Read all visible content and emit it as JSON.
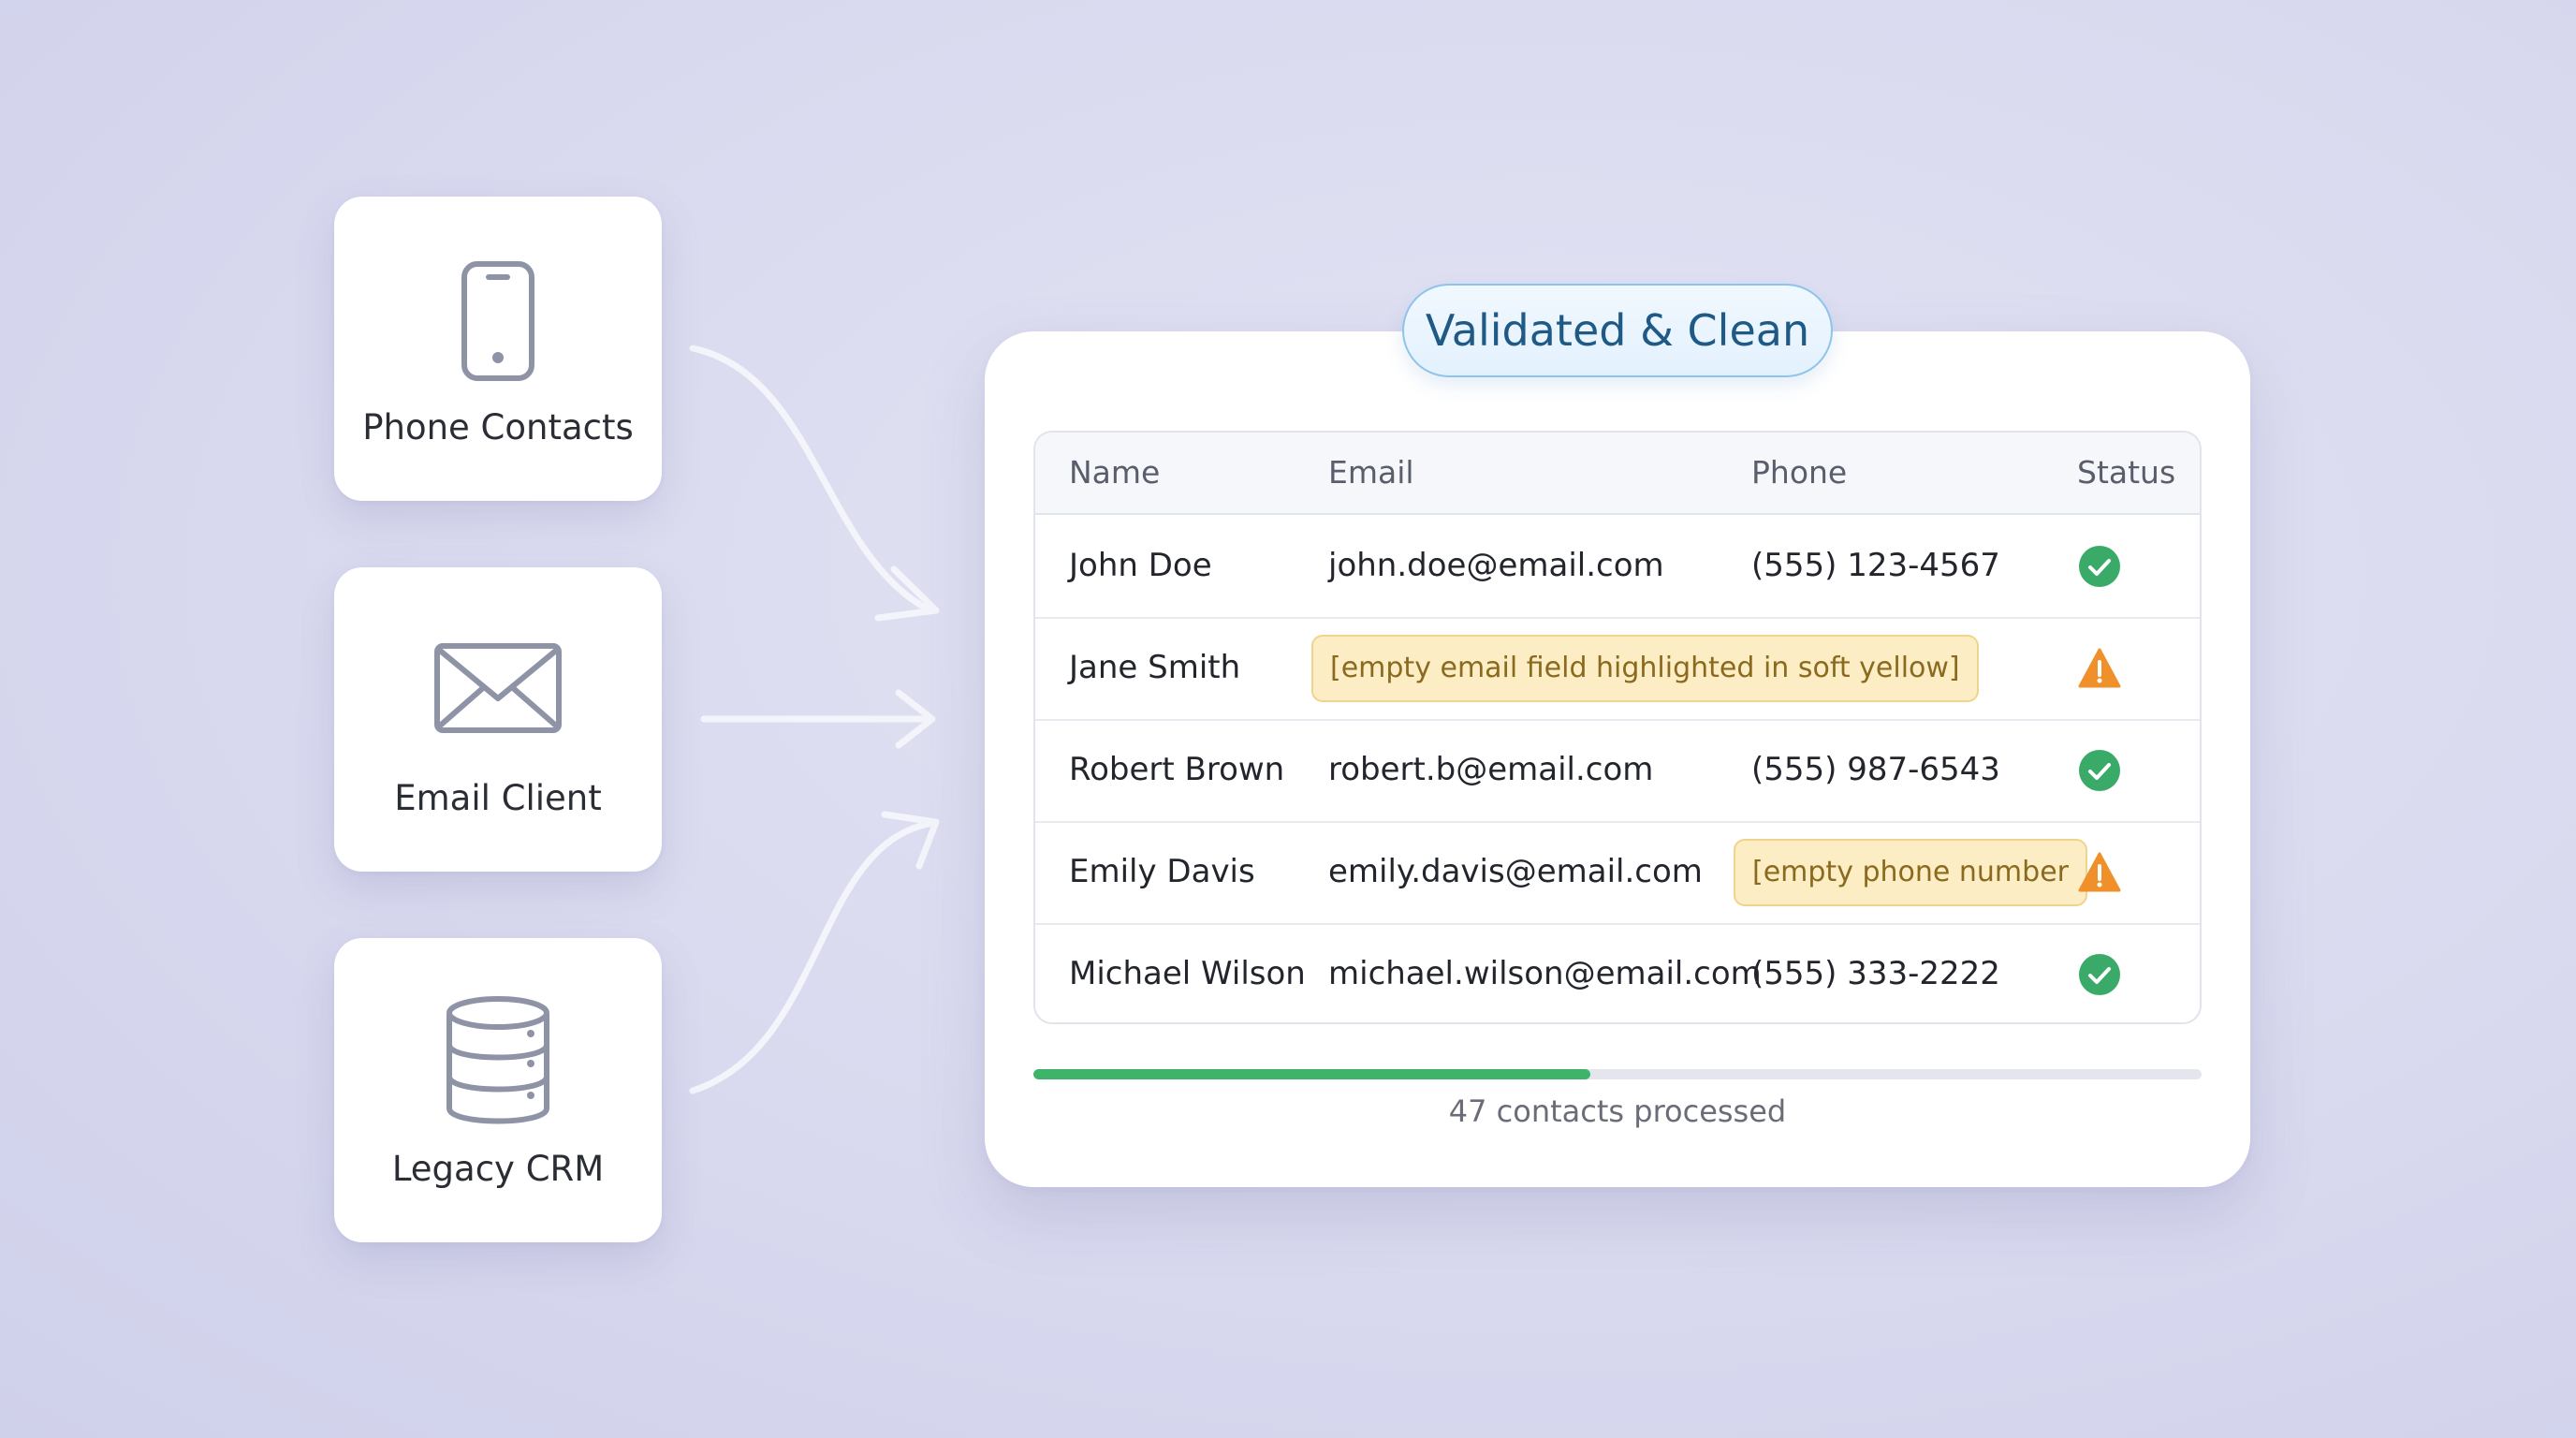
{
  "sources": [
    {
      "label": "Phone Contacts",
      "icon": "smartphone-icon"
    },
    {
      "label": "Email Client",
      "icon": "envelope-icon"
    },
    {
      "label": "Legacy CRM",
      "icon": "database-icon"
    }
  ],
  "panel": {
    "badge": "Validated & Clean",
    "columns": [
      "Name",
      "Email",
      "Phone",
      "Status"
    ],
    "rows": [
      {
        "name": "John Doe",
        "email": "john.doe@email.com",
        "phone": "(555) 123-4567",
        "status": "valid"
      },
      {
        "name": "Jane Smith",
        "email_placeholder": "[empty email field highlighted in soft yellow]",
        "status": "warning"
      },
      {
        "name": "Robert Brown",
        "email": "robert.b@email.com",
        "phone": "(555) 987-6543",
        "status": "valid"
      },
      {
        "name": "Emily Davis",
        "email": "emily.davis@email.com",
        "phone_placeholder": "[empty phone number",
        "status": "warning"
      },
      {
        "name": "Michael Wilson",
        "email": "michael.wilson@email.com",
        "phone": "(555) 333-2222",
        "status": "valid"
      }
    ],
    "progress": {
      "fraction": 0.477,
      "label": "47 contacts processed"
    }
  },
  "colors": {
    "valid": "#3aaa68",
    "warning": "#f0902a",
    "progress": "#3db46a",
    "badge_text": "#1e5a85",
    "highlight_bg": "#fcedc4"
  }
}
